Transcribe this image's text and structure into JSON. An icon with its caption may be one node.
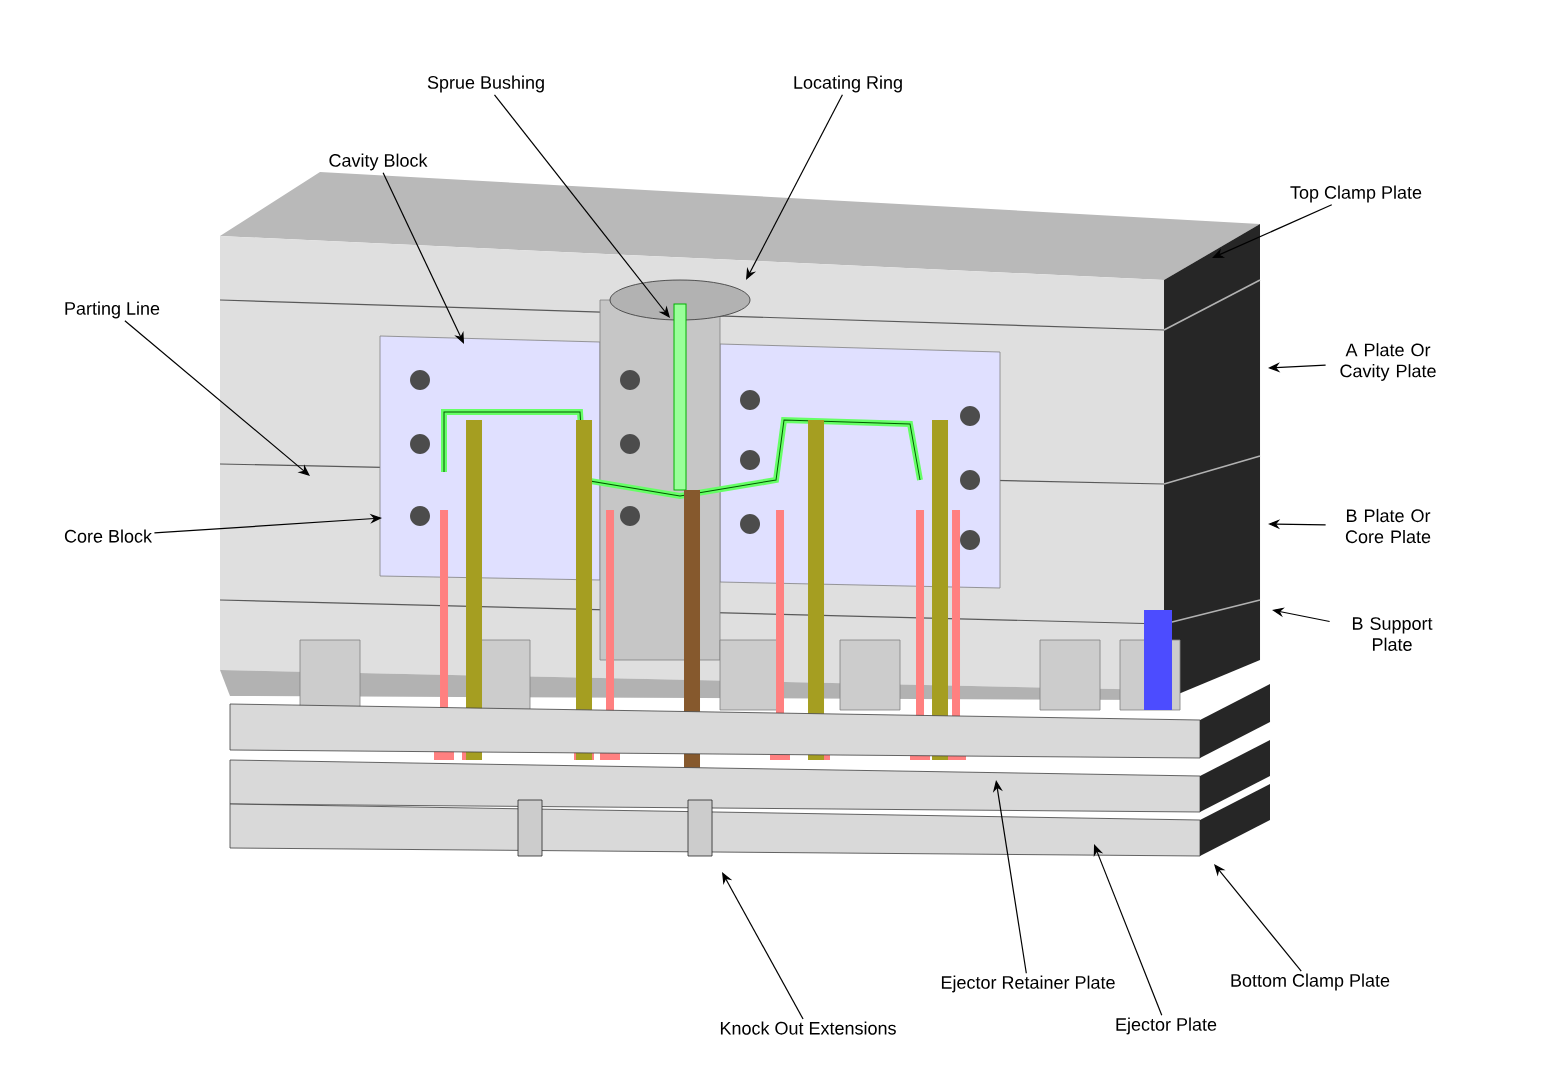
{
  "diagram": {
    "nodes": [
      {
        "text": [
          "Sprue Bushing"
        ]
      },
      {
        "text": [
          "Locating Ring"
        ]
      },
      {
        "text": [
          "Cavity Block"
        ]
      },
      {
        "text": [
          "Top Clamp Plate"
        ]
      },
      {
        "text": [
          "Parting Line"
        ]
      },
      {
        "text": [
          "A Plate Or Cavity Plate"
        ]
      },
      {
        "text": [
          "B Plate Or Core Plate"
        ]
      },
      {
        "text": [
          "Core Block"
        ]
      },
      {
        "text": [
          "B Support Plate"
        ]
      },
      {
        "text": [
          "Ejector Retainer Plate"
        ]
      },
      {
        "text": [
          "Bottom Clamp Plate"
        ]
      },
      {
        "text": [
          "Knock Out Extensions"
        ]
      },
      {
        "text": [
          "Ejector Plate"
        ]
      }
    ],
    "edges": [
      {
        "from": 0,
        "to": null,
        "arrow": "to"
      },
      {
        "from": 1,
        "to": null,
        "arrow": "to"
      },
      {
        "from": 2,
        "to": null,
        "arrow": "to"
      },
      {
        "from": 3,
        "to": null,
        "arrow": "to"
      },
      {
        "from": 4,
        "to": null,
        "arrow": "to"
      },
      {
        "from": 5,
        "to": null,
        "arrow": "to"
      },
      {
        "from": 6,
        "to": null,
        "arrow": "to"
      },
      {
        "from": 7,
        "to": null,
        "arrow": "to"
      },
      {
        "from": 8,
        "to": null,
        "arrow": "to"
      },
      {
        "from": 9,
        "to": null,
        "arrow": "to"
      },
      {
        "from": 10,
        "to": null,
        "arrow": "to"
      },
      {
        "from": 11,
        "to": null,
        "arrow": "to"
      },
      {
        "from": 12,
        "to": null,
        "arrow": "to"
      }
    ]
  }
}
